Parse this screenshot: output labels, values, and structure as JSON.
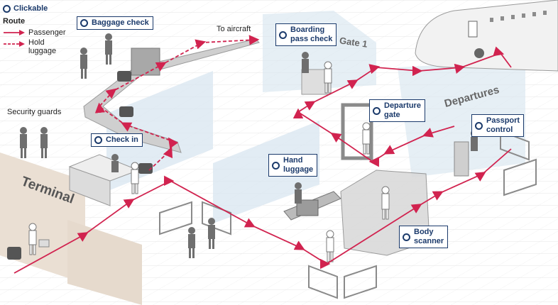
{
  "legend": {
    "clickable_label": "Clickable",
    "route_title": "Route",
    "passenger_label": "Passenger",
    "hold_luggage_label": "Hold\nluggage"
  },
  "hotspots": {
    "baggage_check": "Baggage check",
    "boarding_pass_check": "Boarding\npass check",
    "check_in": "Check in",
    "departure_gate": "Departure\ngate",
    "passport_control": "Passport\ncontrol",
    "hand_luggage": "Hand\nluggage",
    "body_scanner": "Body\nscanner"
  },
  "labels": {
    "to_aircraft": "To aircraft",
    "security_guards": "Security guards",
    "gate": "Gate 1",
    "departures": "Departures",
    "terminal": "Terminal"
  },
  "colors": {
    "route": "#d1234f",
    "accent": "#1b3a6b",
    "glass": "#c9dbe8",
    "floor_line": "#e4e4e4",
    "wall": "#e8dcd0"
  },
  "icons": [
    "clickable-circle-icon",
    "route-arrow-icon",
    "dashed-route-arrow-icon",
    "aircraft-icon"
  ]
}
